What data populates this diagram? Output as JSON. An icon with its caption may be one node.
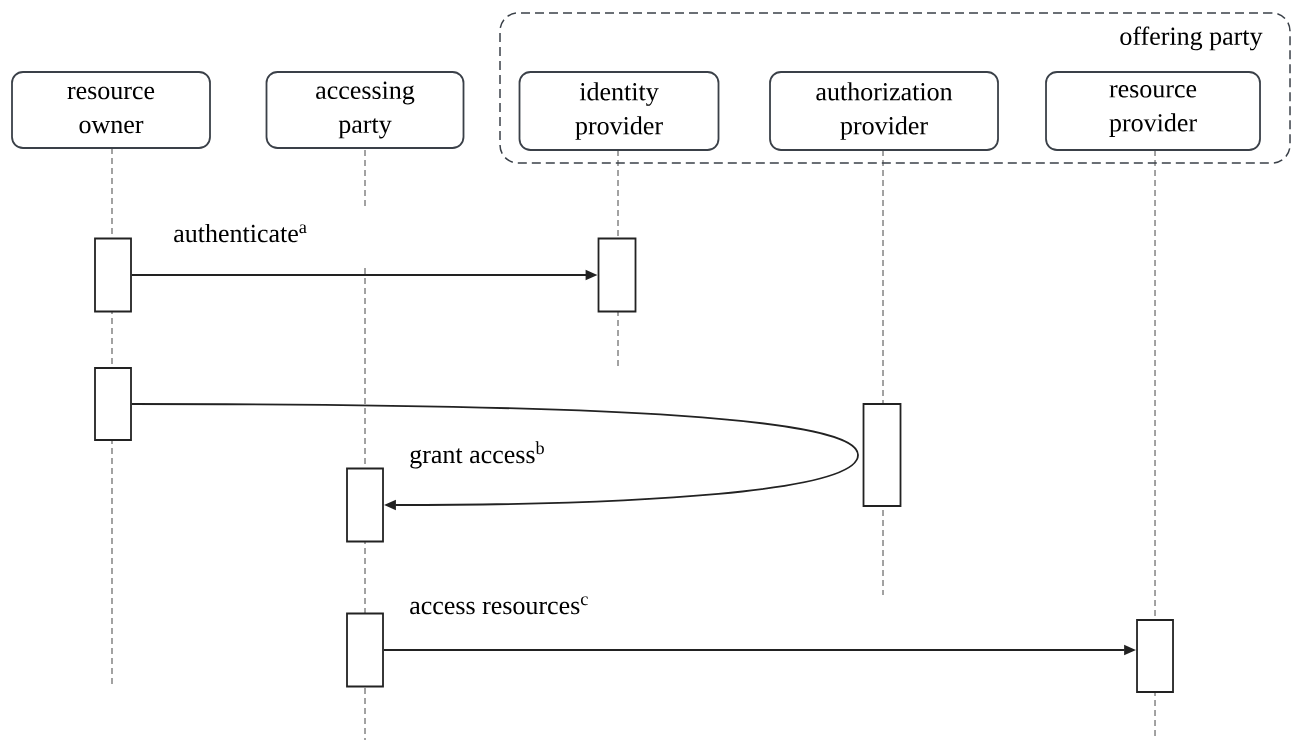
{
  "diagram": {
    "nodes": [
      {
        "text": [
          "offering party"
        ]
      },
      {
        "text": [
          "resource owner"
        ]
      },
      {
        "text": [
          "accessing party"
        ]
      },
      {
        "text": [
          "identity provider"
        ],
        "in": 0
      },
      {
        "text": [
          "authorization provider"
        ],
        "in": 0
      },
      {
        "text": [
          "resource provider"
        ],
        "in": 0
      },
      {
        "text": [],
        "shape": "bar"
      },
      {
        "text": [],
        "shape": "bar"
      },
      {
        "text": [],
        "shape": "bar"
      },
      {
        "text": [],
        "shape": "bar"
      },
      {
        "text": [],
        "shape": "bar"
      },
      {
        "text": [],
        "shape": "bar"
      },
      {
        "text": [],
        "shape": "bar"
      }
    ],
    "edges": [
      {
        "from": 6,
        "to": 7,
        "arrow": "to",
        "label": "authenticate$^{a}$"
      },
      {
        "from": 8,
        "to": 10,
        "arrow": "to",
        "label": "grant access$^{b}$"
      },
      {
        "from": 11,
        "to": 12,
        "arrow": "to",
        "label": "access resources$^{c}$"
      }
    ]
  }
}
